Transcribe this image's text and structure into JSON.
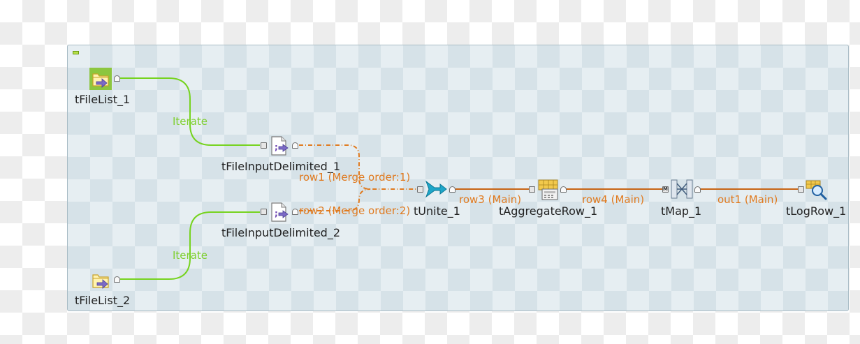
{
  "canvas": {
    "subjob_collapse": "collapse-subjob"
  },
  "components": [
    {
      "id": "tFileList_1",
      "label": "tFileList_1",
      "icon": "folder-file-list-icon"
    },
    {
      "id": "tFileList_2",
      "label": "tFileList_2",
      "icon": "folder-file-list-icon"
    },
    {
      "id": "tFileInputDelimited_1",
      "label": "tFileInputDelimited_1",
      "icon": "delimited-file-input-icon"
    },
    {
      "id": "tFileInputDelimited_2",
      "label": "tFileInputDelimited_2",
      "icon": "delimited-file-input-icon"
    },
    {
      "id": "tUnite_1",
      "label": "tUnite_1",
      "icon": "unite-merge-icon"
    },
    {
      "id": "tAggregateRow_1",
      "label": "tAggregateRow_1",
      "icon": "aggregate-grid-icon"
    },
    {
      "id": "tMap_1",
      "label": "tMap_1",
      "icon": "map-icon"
    },
    {
      "id": "tLogRow_1",
      "label": "tLogRow_1",
      "icon": "log-row-magnifier-icon"
    }
  ],
  "links": [
    {
      "label": "Iterate",
      "from": "tFileList_1",
      "to": "tFileInputDelimited_1",
      "color": "#76d31f"
    },
    {
      "label": "Iterate",
      "from": "tFileList_2",
      "to": "tFileInputDelimited_2",
      "color": "#76d31f"
    },
    {
      "label": "row1 (Merge order:1)",
      "from": "tFileInputDelimited_1",
      "to": "tUnite_1",
      "color": "#e07a1f"
    },
    {
      "label": "row2 (Merge order:2)",
      "from": "tFileInputDelimited_2",
      "to": "tUnite_1",
      "color": "#e07a1f"
    },
    {
      "label": "row3 (Main)",
      "from": "tUnite_1",
      "to": "tAggregateRow_1",
      "color": "#c86414"
    },
    {
      "label": "row4 (Main)",
      "from": "tAggregateRow_1",
      "to": "tMap_1",
      "color": "#c86414"
    },
    {
      "label": "out1 (Main)",
      "from": "tMap_1",
      "to": "tLogRow_1",
      "color": "#c86414"
    }
  ],
  "colors": {
    "iterate": "#76d31f",
    "main_row": "#c86414",
    "merge_row": "#e07a1f",
    "subjob_bg": "#e6eef2"
  }
}
